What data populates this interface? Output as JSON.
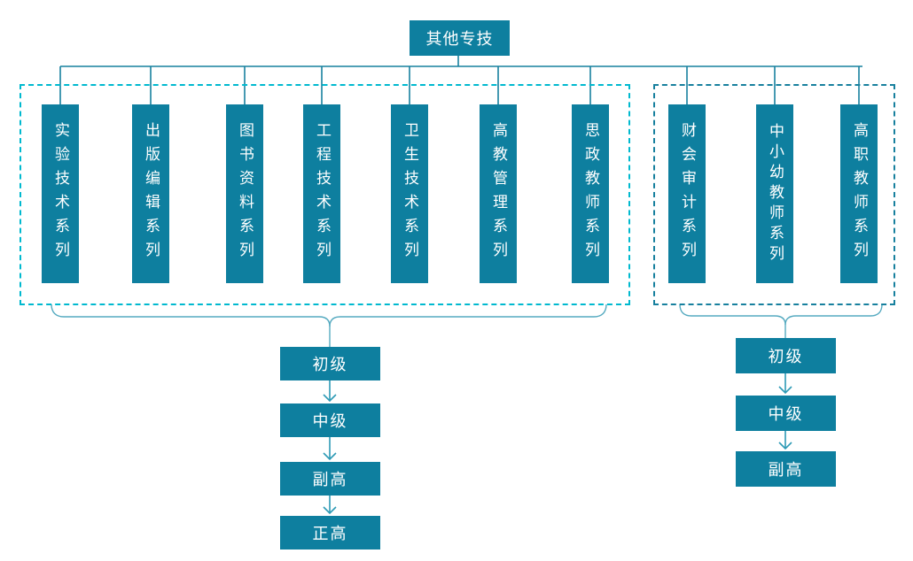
{
  "root": {
    "label": "其他专技"
  },
  "left_group": {
    "series": [
      "实验技术系列",
      "出版编辑系列",
      "图书资料系列",
      "工程技术系列",
      "卫生技术系列",
      "高教管理系列",
      "思政教师系列"
    ],
    "levels": [
      "初级",
      "中级",
      "副高",
      "正高"
    ]
  },
  "right_group": {
    "series": [
      "财会审计系列",
      "中小幼教师系列",
      "高职教师系列"
    ],
    "levels": [
      "初级",
      "中级",
      "副高"
    ]
  },
  "colors": {
    "node_fill": "#0e7f9f",
    "node_text": "#ffffff",
    "tree_connector": "#17809e",
    "left_group_dash": "#00b9cf",
    "right_group_dash": "#17809e",
    "bracket_line": "#55aac0",
    "arrow_line": "#2d9ab5"
  }
}
